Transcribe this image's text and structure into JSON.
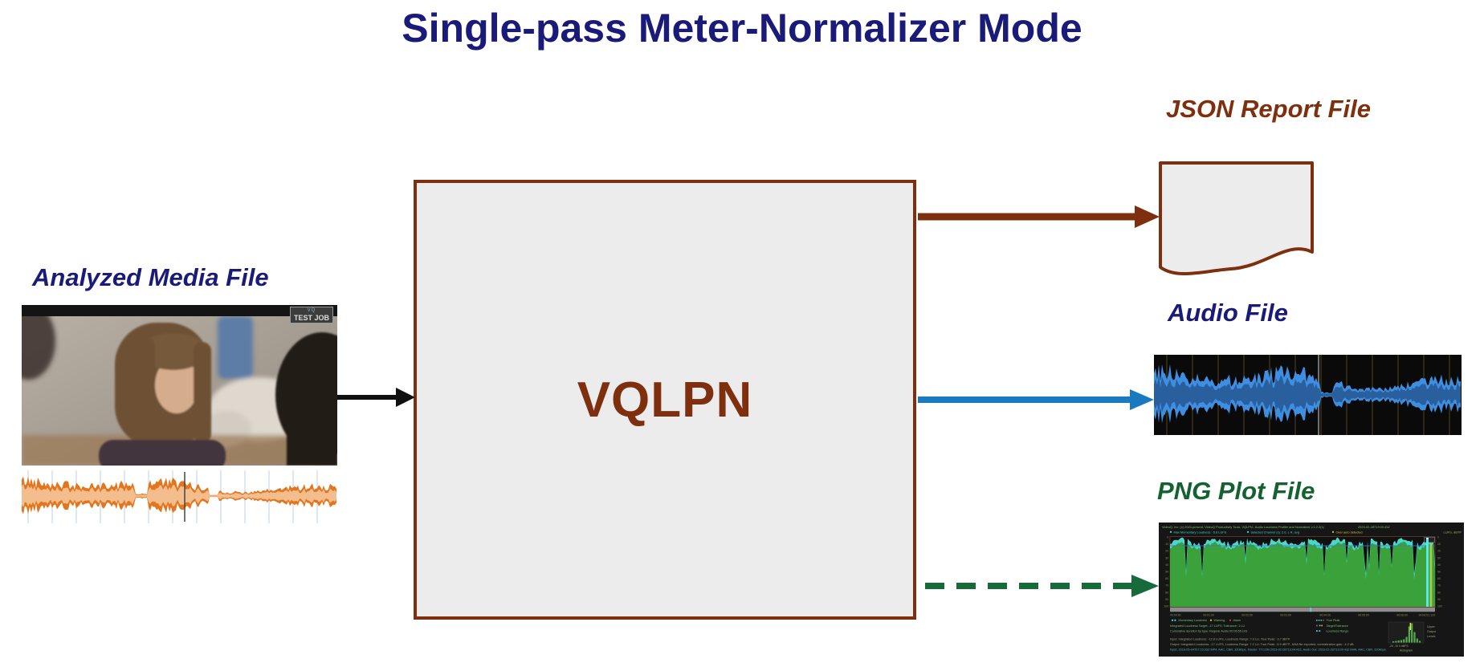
{
  "title": "Single-pass Meter-Normalizer Mode",
  "colors": {
    "navy": "#1a1a78",
    "brown": "#7e300e",
    "blue": "#1b79c0",
    "green": "#176b3a",
    "green_label": "#156231",
    "box_fill": "#ececec",
    "orange": "#e2761f",
    "orange_light": "#f3bd8d",
    "wave_blue": "#3e8ee2",
    "wave_blue_dark": "#2a5f9e"
  },
  "input": {
    "label": "Analyzed Media File",
    "badge_small": "VQ",
    "badge": "TEST JOB"
  },
  "processor": {
    "label": "VQLPN"
  },
  "outputs": {
    "json": {
      "label": "JSON Report File"
    },
    "audio": {
      "label": "Audio File"
    },
    "plot": {
      "label": "PNG Plot File"
    }
  },
  "plot": {
    "header": "VideoQ, Inc. (c) 2015-present, VideoQ Productivity Tools, VQLPN - Audio Loudness Profiler and Normalizer v.1.2.2(1)",
    "timestamp": "2023-02-28T19:00:43Z",
    "units": "LUFS, dBTP",
    "sub_left": "Max Momentary Loudness: -5.6 LUFS",
    "sub_mid": "Selected Channel (s): 2.0, L R, avg",
    "sub_right": "Over auto detected",
    "yticks": [
      "0",
      "10",
      "20",
      "30",
      "40",
      "50",
      "60",
      "70",
      "80",
      "90",
      "100"
    ],
    "xticks": [
      "00:00:00",
      "00:01:00",
      "00:02:00",
      "00:03:00",
      "00:04:00",
      "00:05:00",
      "00:06:00",
      "00:06:51.123"
    ],
    "legend": {
      "momentary": "Momentary Loudness",
      "warning": "Warning",
      "alarm": "Alarm",
      "true_peak": "True Peak",
      "target": "Target/Tolerance",
      "range": "Loudness Range"
    },
    "info1": "Integrated Loudness Target: -17 LUFS,  Tolerance: 1 LU",
    "info2": "Cumulative duration by type:  Regular Audio 00:06:55.103",
    "io1": "Input:  Integrated Loudness: -12.8 LUFS, Loudness Range: 7.3 LU, True Peak: -3.7 dBTP.",
    "io2": "Output: Integrated Loudness: -17 LUFS, Loudness Range: 7.2 LU, True Peak: -5.9 dBTP,  .M4A file exported, normalization gain: -4.2 dB.",
    "io3": "Input: 2016-05-04T07:15:03Z MP4, AAC, CBR, 320kbps.   Master: TTCOM 2023-02-28T19:04:42Z.   Audio Out: 2023-02-28T19:09:43Z M4A, AAC, CBR, 320kbps.",
    "histogram": {
      "side_lines": [
        "Upper",
        "Output",
        "Levels"
      ],
      "xlabels": "-20      -10      0 dBFS",
      "title": "Histogram"
    }
  }
}
